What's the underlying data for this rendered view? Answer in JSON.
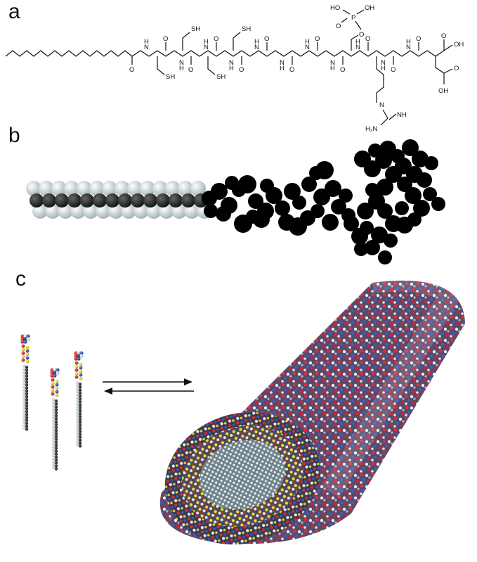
{
  "panels": {
    "a": "a",
    "b": "b",
    "c": "c"
  },
  "molecule_labels": {
    "nh": "N",
    "h": "H",
    "o": "O",
    "sh": "SH",
    "ho": "HO",
    "oh": "OH",
    "p": "P",
    "nh_imine": "NH",
    "h2n": "H₂N"
  },
  "colors": {
    "carbon": "#1a1a1a",
    "hydrogen": "#dfe8ea",
    "oxygen": "#d8202a",
    "nitrogen": "#2a4fb0",
    "sulfur": "#e5d82a",
    "phosphorus": "#3aa58a"
  }
}
